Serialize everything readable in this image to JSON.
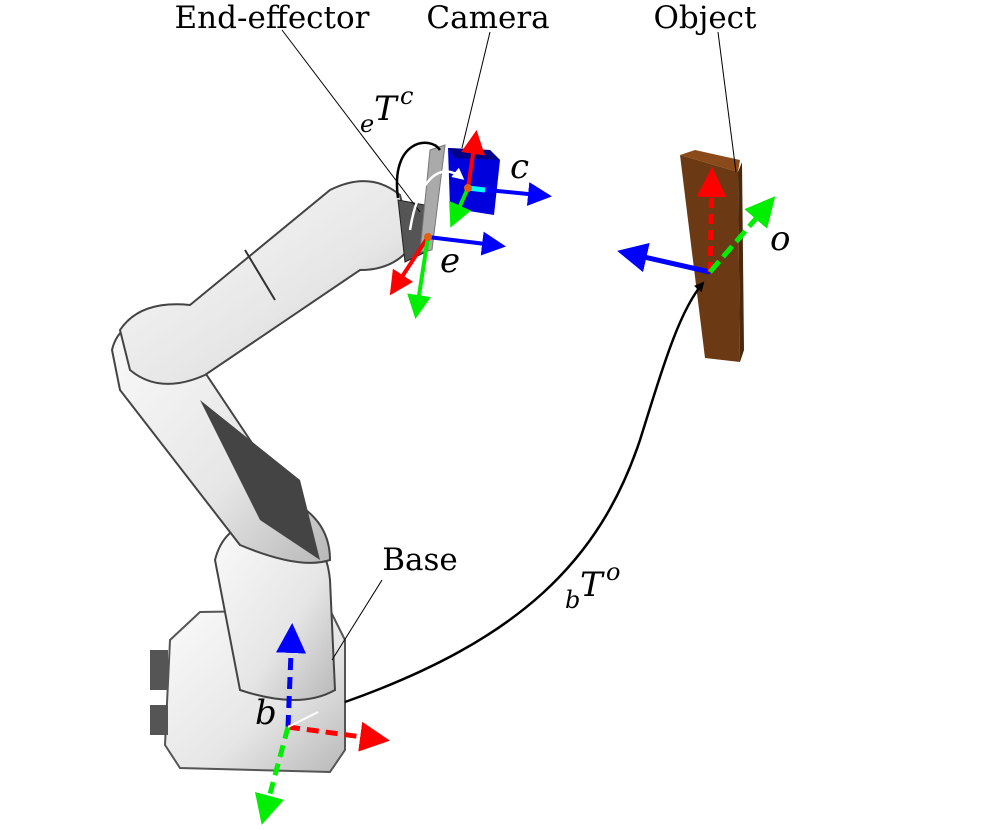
{
  "labels": {
    "end_effector": "End-effector",
    "camera": "Camera",
    "object": "Object",
    "base": "Base"
  },
  "frames": {
    "base": "b",
    "end_effector": "e",
    "camera": "c",
    "object": "o"
  },
  "transforms": {
    "e_T_c": {
      "sub": "e",
      "main": "T",
      "sup": "c"
    },
    "b_T_o": {
      "sub": "b",
      "main": "T",
      "sup": "o"
    }
  },
  "colors": {
    "x_axis": "#ff0000",
    "y_axis": "#00ee00",
    "z_axis": "#0000ff",
    "camera_body": "#0000dd",
    "object_body": "#6b3a14",
    "robot": "#eeeeee"
  }
}
